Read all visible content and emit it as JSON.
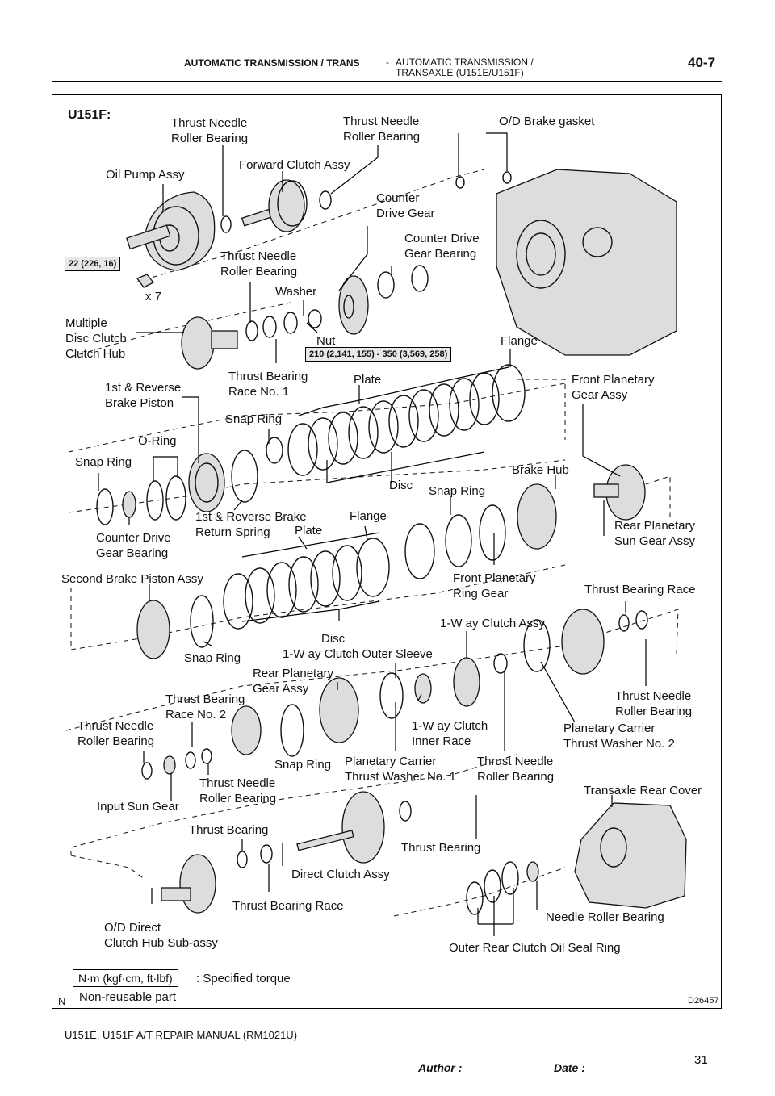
{
  "header": {
    "left": "AUTOMATIC TRANSMISSION / TRANS",
    "separator": "-",
    "right_line1": "AUTOMATIC TRANSMISSION /",
    "right_line2": "TRANSAXLE (U151E/U151F)",
    "page_number": "40-7"
  },
  "diagram": {
    "model": "U151F:",
    "figure_id": "D26457",
    "corner_mark": "N",
    "torque_1": "22 (226, 16)",
    "bolt_qty": "x 7",
    "torque_2": "210 (2,141, 155) - 350 (3,569, 258)",
    "labels": {
      "tnrb_a": "Thrust Needle\nRoller Bearing",
      "tnrb_b": "Thrust Needle\nRoller Bearing",
      "od_gasket": "O/D Brake gasket",
      "oil_pump": "Oil Pump Assy",
      "fwd_clutch": "Forward Clutch Assy",
      "counter_drive_gear": "Counter\nDrive Gear",
      "cd_gear_bearing": "Counter Drive\nGear Bearing",
      "tnrb_c": "Thrust Needle\nRoller Bearing",
      "washer": "Washer",
      "mdcch": "Multiple\nDisc Clutch\nClutch Hub",
      "nut": "Nut",
      "flange_a": "Flange",
      "rev_piston": "1st & Reverse\nBrake Piston",
      "tbr1": "Thrust Bearing\nRace No. 1",
      "plate_a": "Plate",
      "front_planetary": "Front Planetary\nGear Assy",
      "snap_a": "Snap Ring",
      "oring": "O-Ring",
      "snap_b": "Snap Ring",
      "disc_a": "Disc",
      "snap_c": "Snap Ring",
      "brake_hub": "Brake Hub",
      "cd_bearing_2": "Counter Drive\nGear Bearing",
      "rev_spring": "1st & Reverse Brake\nReturn Spring",
      "plate_b": "Plate",
      "flange_b": "Flange",
      "rear_sun": "Rear Planetary\nSun Gear Assy",
      "second_piston": "Second Brake Piston Assy",
      "fp_ring_gear": "Front Planetary\nRing Gear",
      "tb_race_a": "Thrust Bearing Race",
      "disc_b": "Disc",
      "owc": "1-W ay Clutch Assy",
      "snap_d": "Snap Ring",
      "owc_sleeve": "1-W ay Clutch Outer Sleeve",
      "rear_pgear": "Rear Planetary\nGear Assy",
      "tbr2": "Thrust Bearing\nRace No. 2",
      "tnrb_d": "Thrust Needle\nRoller Bearing",
      "tnrb_e": "Thrust Needle\nRoller Bearing",
      "owc_inner": "1-W ay Clutch\nInner Race",
      "pctw2": "Planetary Carrier\nThrust Washer No. 2",
      "snap_e": "Snap Ring",
      "pctw1": "Planetary Carrier\nThrust Washer No. 1",
      "tnrb_f": "Thrust Needle\nRoller Bearing",
      "input_sun": "Input Sun Gear",
      "tnrb_g": "Thrust Needle\nRoller Bearing",
      "rear_cover": "Transaxle Rear Cover",
      "tb_a": "Thrust Bearing",
      "tb_b": "Thrust Bearing",
      "direct_clutch": "Direct Clutch Assy",
      "tb_race_b": "Thrust Bearing Race",
      "needle_roller": "Needle Roller Bearing",
      "od_direct": "O/D Direct\nClutch  Hub Sub-assy",
      "oil_seal": "Outer Rear Clutch Oil Seal Ring"
    },
    "legend": {
      "torque_unit": "N·m (kgf·cm, ft·lbf)",
      "torque_desc": ": Specified torque",
      "nonreusable": "Non-reusable part"
    }
  },
  "footer": {
    "manual": "U151E, U151F A/T REPAIR MANUAL   (RM1021U)",
    "author_label": "Author :",
    "date_label": "Date :",
    "page": "31"
  }
}
